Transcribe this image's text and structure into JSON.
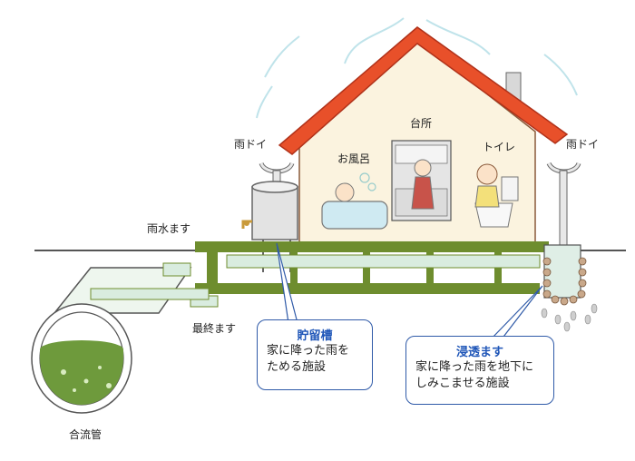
{
  "labels": {
    "downspout_left": "雨ドイ",
    "downspout_right": "雨ドイ",
    "kitchen": "台所",
    "bath": "お風呂",
    "toilet": "トイレ",
    "rain_basin": "雨水ます",
    "final_basin": "最終ます",
    "combined_sewer": "合流管"
  },
  "callouts": {
    "storage_tank": {
      "title": "貯留槽",
      "lines": [
        "家に降った雨を",
        "ためる施設"
      ]
    },
    "infiltration_basin": {
      "title": "浸透ます",
      "lines": [
        "家に降った雨を地下に",
        "しみこませる施設"
      ]
    }
  },
  "colors": {
    "roof": "#e8502a",
    "wall": "#fbf3df",
    "pipe_dark": "#6e8d2e",
    "pipe_light": "#d9ecdf",
    "callout_border": "#2f5aa8",
    "callout_title": "#1f56b8"
  }
}
